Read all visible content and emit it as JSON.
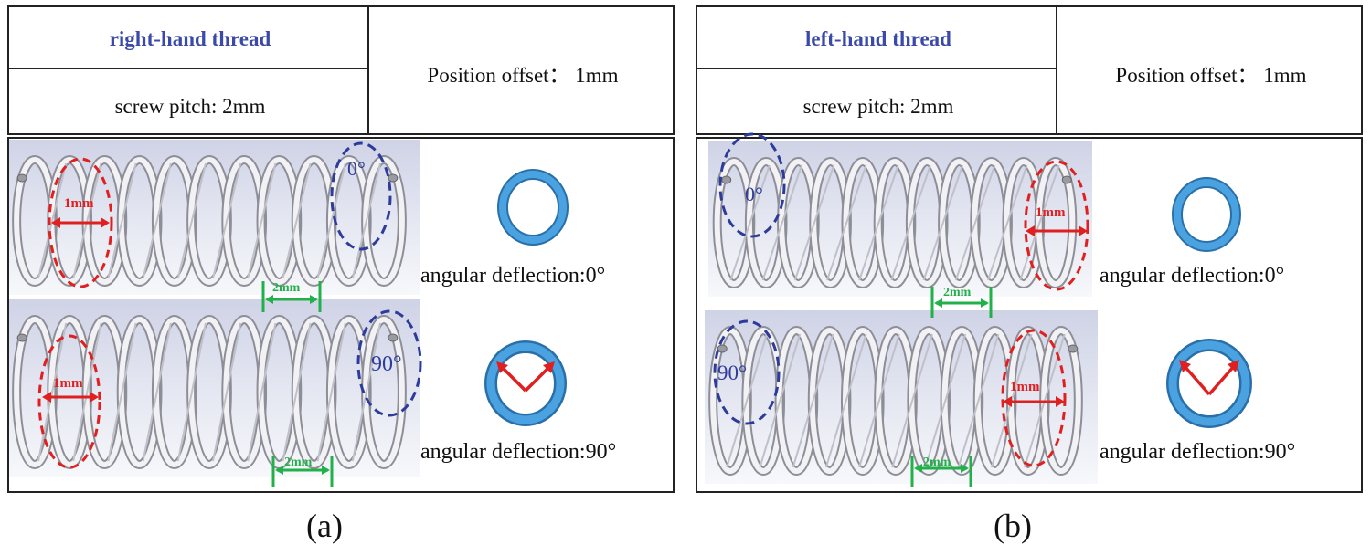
{
  "panels": [
    {
      "title": "right-hand thread",
      "pitch": "screw pitch: 2mm",
      "offset": "Position offset： 1mm",
      "caption": "(a)",
      "rows": [
        {
          "angle_marker": "0°",
          "offset_label": "1mm",
          "pitch_label": "2mm",
          "deflection": "angular deflection:0°"
        },
        {
          "angle_marker": "90°",
          "offset_label": "1mm",
          "pitch_label": "2mm",
          "deflection": "angular deflection:90°"
        }
      ]
    },
    {
      "title": "left-hand thread",
      "pitch": "screw pitch: 2mm",
      "offset": "Position offset： 1mm",
      "caption": "(b)",
      "rows": [
        {
          "angle_marker": "0°",
          "offset_label": "1mm",
          "pitch_label": "2mm",
          "deflection": "angular deflection:0°"
        },
        {
          "angle_marker": "90°",
          "offset_label": "1mm",
          "pitch_label": "2mm",
          "deflection": "angular deflection:90°"
        }
      ]
    }
  ],
  "colors": {
    "title": "#3b4aa8",
    "offset_marker": "#e02020",
    "angle_marker": "#2d3c9a",
    "pitch_marker": "#22b04a",
    "ring": "#3a8fd0"
  }
}
